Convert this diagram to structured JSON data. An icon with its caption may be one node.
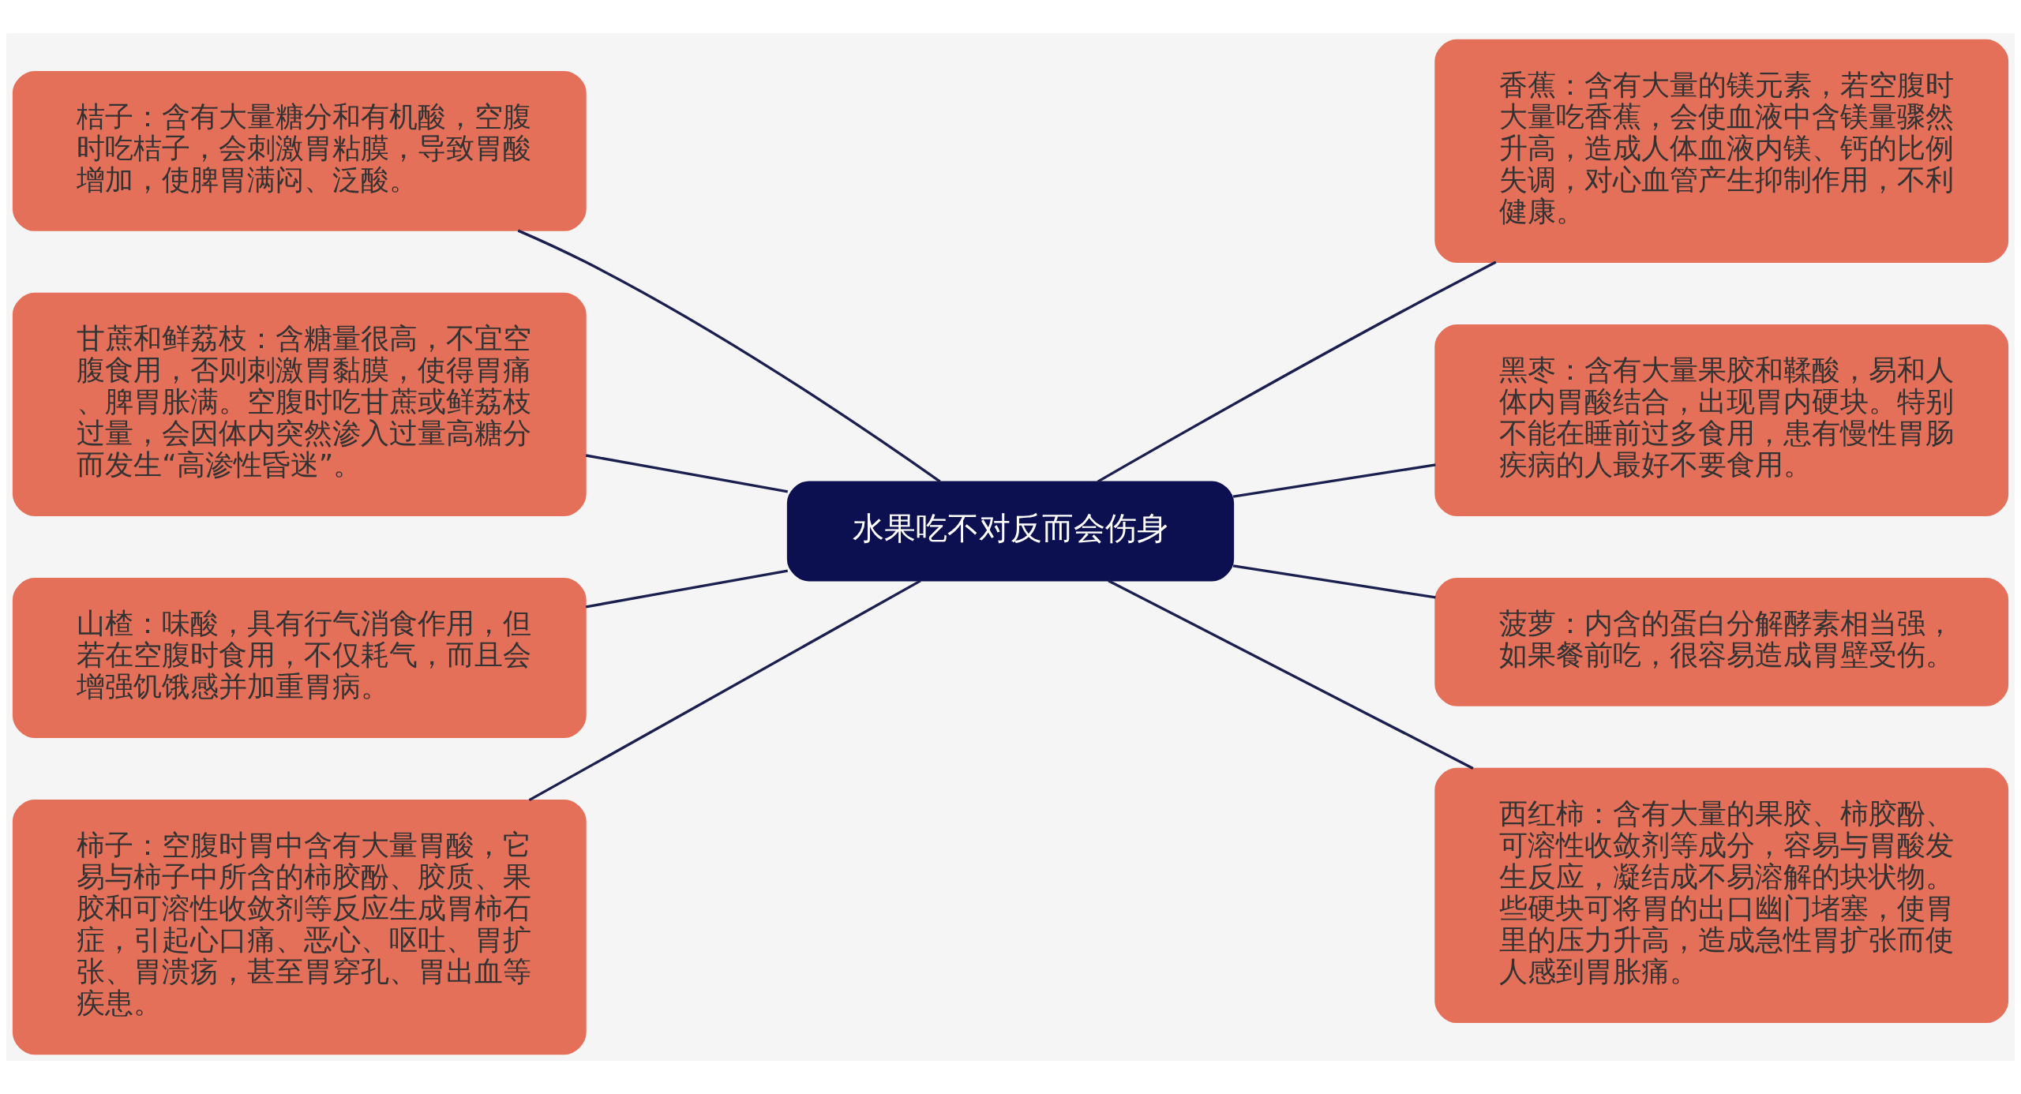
{
  "diagram": {
    "nodes": [
      {
        "text": [
          "水果吃不对反而会伤身"
        ]
      },
      {
        "text": [
          "桔子：含有大量糖分和有机酸，空腹时吃桔子，会刺激胃粘膜，导致胃酸增加，使脾胃满闷、泛酸。"
        ]
      },
      {
        "text": [
          "甘蔗和鲜荔枝：含糖量很高，不宜空腹食用，否则刺激胃黏膜，使得胃痛、脾胃胀满。空腹时吃甘蔗或鲜荔枝过量，会因体内突然渗入过量高糖分而发生“高渗性昏迷”。"
        ]
      },
      {
        "text": [
          "山楂：味酸，具有行气消食作用，但若在空腹时食用，不仅耗气，而且会增强饥饿感并加重胃病。"
        ]
      },
      {
        "text": [
          "柿子：空腹时胃中含有大量胃酸，它易与柿子中所含的柿胶酚、胶质、果胶和可溶性收敛剂等反应生成胃柿石症，引起心口痛、恶心、呕吐、胃扩张、胃溃疡，甚至胃穿孔、胃出血等疾患。"
        ]
      },
      {
        "text": [
          "香蕉：含有大量的镁元素，若空腹时大量吃香蕉，会使血液中含镁量骤然升高，造成人体血液内镁、钙的比例失调，对心血管产生抑制作用，不利健康。"
        ]
      },
      {
        "text": [
          "黑枣：含有大量果胶和鞣酸，易和人体内胃酸结合，出现胃内硬块。特别不能在睡前过多食用，患有慢性胃肠疾病的人最好不要食用。"
        ]
      },
      {
        "text": [
          "菠萝：内含的蛋白分解酵素相当强，如果餐前吃，很容易造成胃壁受伤。"
        ]
      },
      {
        "text": [
          "西红柿：含有大量的果胶、柿胶酚、可溶性收敛剂等成分，容易与胃酸发生反应，凝结成不易溶解的块状物。些硬块可将胃的出口幽门堵塞，使胃里的压力升高，造成急性胃扩张而使人感到胃胀痛。"
        ]
      }
    ],
    "edges": [
      {
        "from": 0,
        "to": 1,
        "arrow": "none"
      },
      {
        "from": 0,
        "to": 2,
        "arrow": "none"
      },
      {
        "from": 0,
        "to": 3,
        "arrow": "none"
      },
      {
        "from": 0,
        "to": 4,
        "arrow": "none"
      },
      {
        "from": 0,
        "to": 5,
        "arrow": "none"
      },
      {
        "from": 0,
        "to": 6,
        "arrow": "none"
      },
      {
        "from": 0,
        "to": 7,
        "arrow": "none"
      },
      {
        "from": 0,
        "to": 8,
        "arrow": "none"
      }
    ]
  }
}
